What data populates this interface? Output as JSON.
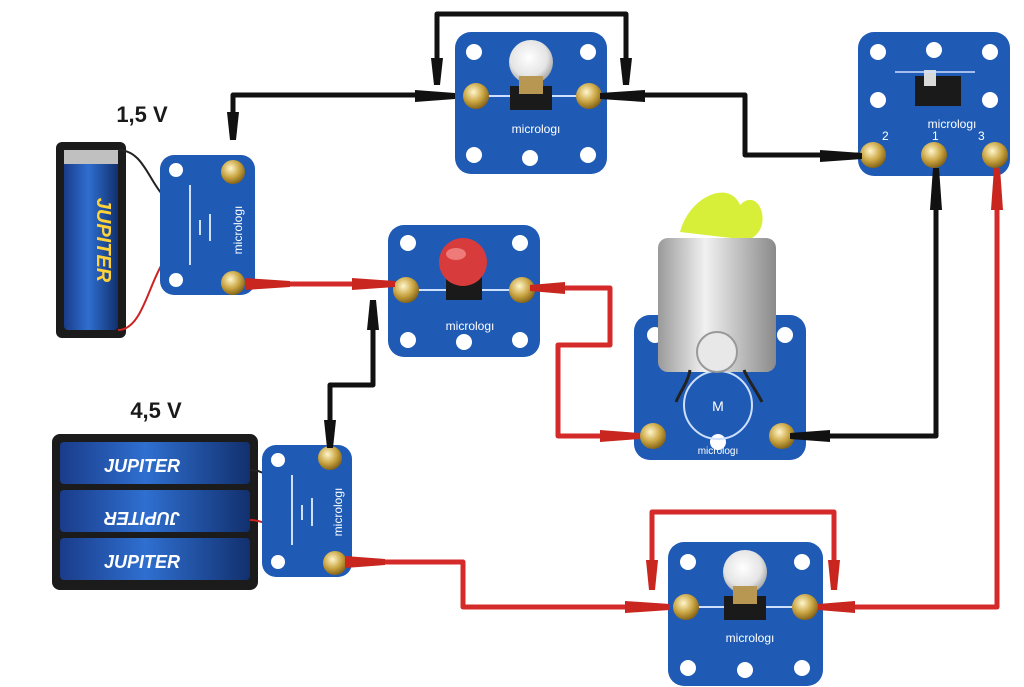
{
  "labels": {
    "battery_small_voltage": "1,5 V",
    "battery_large_voltage": "4,5 V"
  },
  "brand": {
    "board_label": "micrologı",
    "battery_label": "JUPITER",
    "switch_positions": [
      "2",
      "1",
      "3"
    ],
    "motor_symbol": "M"
  },
  "colors": {
    "board_blue": "#1f5bb5",
    "wire_black": "#111111",
    "wire_red": "#d42a2a",
    "button_red": "#d83b3b",
    "fan_yellow": "#d8ef3a",
    "terminal_gold": "#c9a441"
  },
  "components": [
    {
      "name": "battery-holder-1-5v",
      "icon": "single-aa-battery"
    },
    {
      "name": "battery-holder-4-5v",
      "icon": "triple-aa-battery"
    },
    {
      "name": "lamp-top",
      "icon": "bulb"
    },
    {
      "name": "push-button",
      "icon": "red-push-button"
    },
    {
      "name": "selector-switch",
      "icon": "slide-switch"
    },
    {
      "name": "dc-motor-with-fan",
      "icon": "motor"
    },
    {
      "name": "lamp-bottom",
      "icon": "bulb"
    }
  ]
}
